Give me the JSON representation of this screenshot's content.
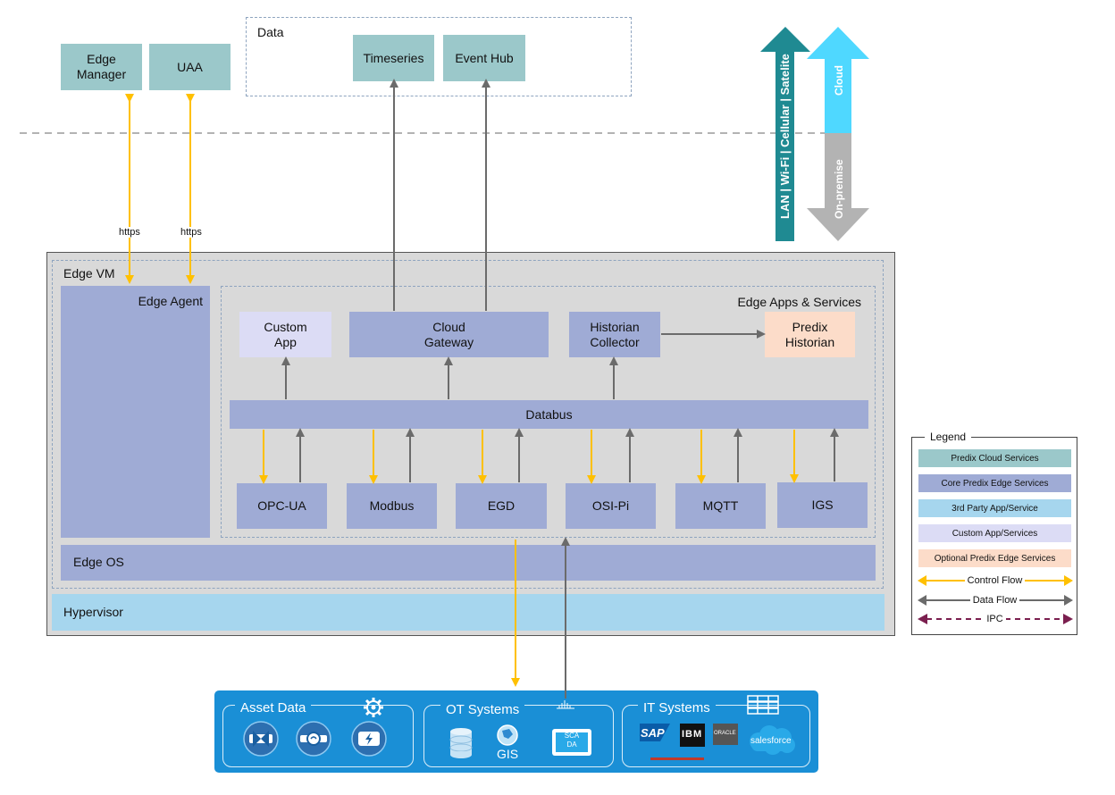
{
  "cloud": {
    "edge_manager": "Edge\nManager",
    "uaa": "UAA",
    "data_group": "Data",
    "timeseries": "Timeseries",
    "event_hub": "Event Hub",
    "https_1": "https",
    "https_2": "https"
  },
  "side_arrows": {
    "network": "LAN | Wi-Fi | Cellular | Satelite",
    "cloud": "Cloud",
    "on_premise": "On-premise"
  },
  "edge": {
    "vm": "Edge VM",
    "agent": "Edge Agent",
    "apps_services": "Edge Apps & Services",
    "custom_app": "Custom\nApp",
    "cloud_gateway": "Cloud\nGateway",
    "historian_collector": "Historian\nCollector",
    "predix_historian": "Predix\nHistorian",
    "databus": "Databus",
    "adapters": [
      "OPC-UA",
      "Modbus",
      "EGD",
      "OSI-Pi",
      "MQTT",
      "IGS"
    ],
    "os": "Edge OS",
    "hypervisor": "Hypervisor"
  },
  "legend": {
    "title": "Legend",
    "items": [
      {
        "label": "Predix Cloud Services",
        "color": "#9bc8ca"
      },
      {
        "label": "Core Predix Edge Services",
        "color": "#9fabd5"
      },
      {
        "label": "3rd Party App/Service",
        "color": "#a6d6ee"
      },
      {
        "label": "Custom App/Services",
        "color": "#dcdcf5"
      },
      {
        "label": "Optional Predix Edge Services",
        "color": "#fcdcc9"
      }
    ],
    "flows": {
      "control": "Control Flow",
      "data": "Data Flow",
      "ipc": "IPC"
    }
  },
  "sources": {
    "asset": {
      "title": "Asset Data",
      "icons": [
        "gear-icon",
        "valve-icon",
        "meter-icon",
        "power-icon"
      ]
    },
    "ot": {
      "title": "OT Systems",
      "icons": [
        "antenna-icon",
        "database-icon",
        "gis-icon",
        "scada-icon"
      ],
      "gis": "GIS",
      "scada": "SCA\nDA"
    },
    "it": {
      "title": "IT Systems",
      "icons": [
        "server-rack-icon",
        "sap-logo",
        "ibm-logo",
        "oracle-logo",
        "salesforce-logo"
      ],
      "sap": "SAP",
      "ibm": "IBM",
      "oracle": "ORACLE",
      "salesforce": "salesforce"
    }
  },
  "colors": {
    "control_flow": "#ffc000",
    "data_flow": "#6b6b6b",
    "ipc": "#7b1f4f",
    "network_arrow": "#1f8a92",
    "cloud_arrow": "#4fd8ff",
    "on_premise_arrow": "#b3b3b3",
    "bottom_band": "#1a8fd6"
  }
}
